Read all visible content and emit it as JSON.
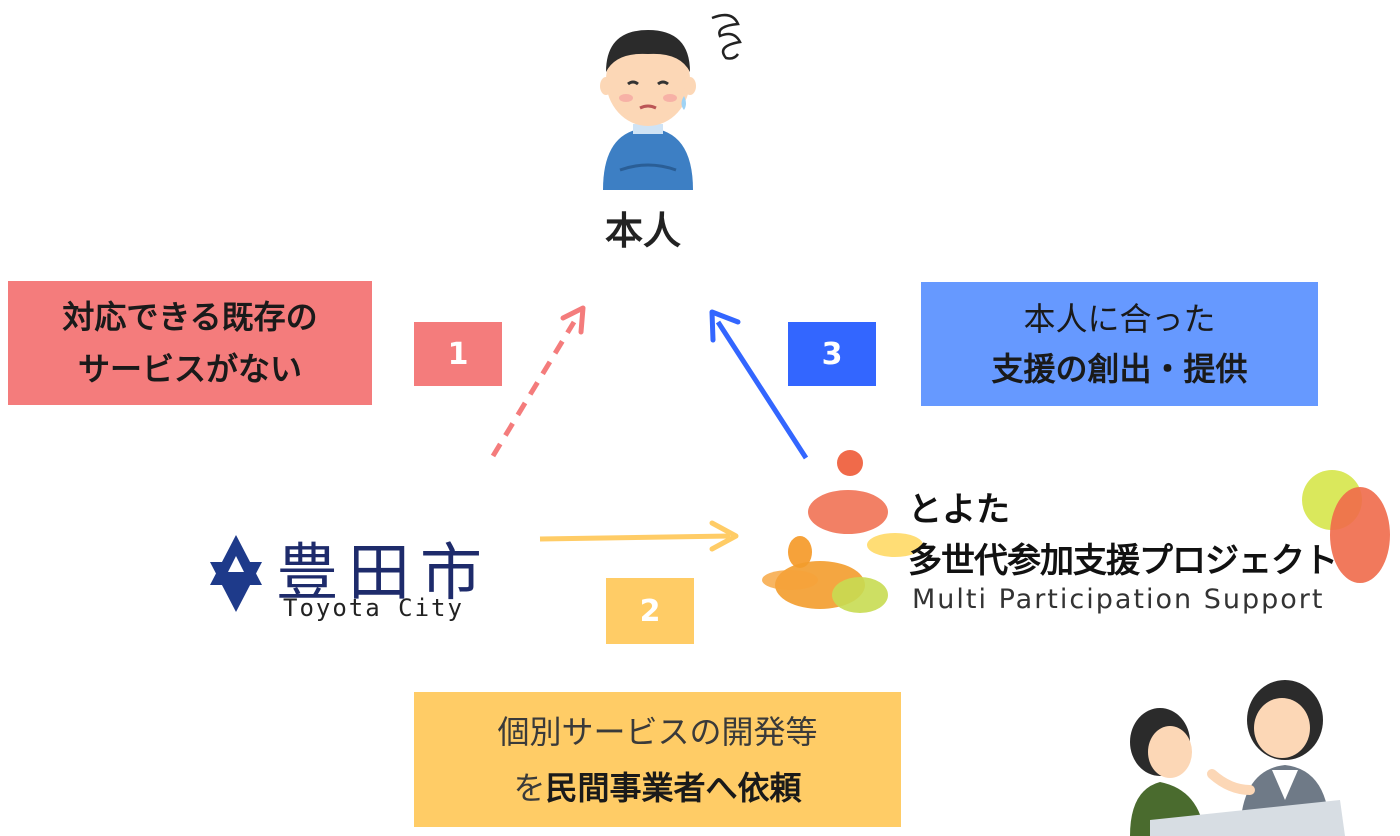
{
  "person": {
    "label": "本人"
  },
  "problem_box": {
    "line1": "対応できる既存の",
    "line2": "サービスがない"
  },
  "support_box": {
    "line1": "本人に合った",
    "line2": "支援の創出・提供"
  },
  "request_box": {
    "line1": "個別サービスの開発等",
    "line2_prefix": "を",
    "line2_bold": "民間事業者へ依頼"
  },
  "badges": {
    "one": "1",
    "two": "2",
    "three": "3"
  },
  "city": {
    "name": "豊田市",
    "english": "Toyota City"
  },
  "project": {
    "line1": "とよた",
    "line2": "多世代参加支援プロジェクト",
    "line3": "Multi Participation Support"
  },
  "colors": {
    "red": "#f47c7c",
    "blue": "#6699ff",
    "yellow": "#ffcc66",
    "badge_red": "#f47c7c",
    "badge_blue": "#3366ff",
    "badge_yellow": "#ffcc66"
  },
  "icons": [
    "worried-person-icon",
    "toyota-city-emblem-icon",
    "project-logo-blobs-icon",
    "consultation-people-icon"
  ]
}
